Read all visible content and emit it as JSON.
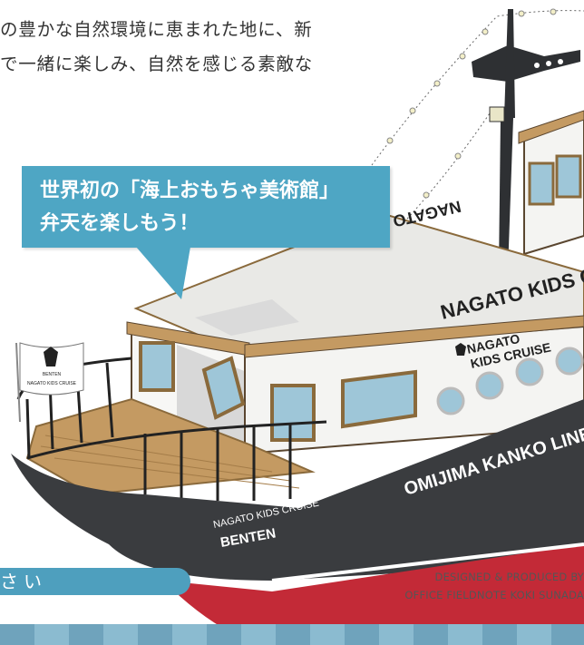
{
  "intro": {
    "line1": "の豊かな自然環境に恵まれた地に、新",
    "line2": "で一緒に楽しみ、自然を感じる素敵な"
  },
  "bubble": {
    "line1": "世界初の「海上おもちゃ美術館」",
    "line2": "弁天を楽しもう！"
  },
  "ship": {
    "rear_sign": "NAGATO",
    "upper_sign": "NAGATO KIDS CRUISE",
    "side_logo_line1": "NAGATO",
    "side_logo_line2": "KIDS CRUISE",
    "hull_line": "OMIJIMA KANKO LINE",
    "bow_name_small": "NAGATO KIDS CRUISE",
    "bow_name_large": "BENTEN",
    "flag_text": "NAGATO KIDS CRUISE",
    "flag_emblem_text": "BENTEN",
    "colors": {
      "hull": "#3a3c3f",
      "hull_red": "#c32a37",
      "deck": "#c49a62",
      "trim": "#8a6a3c",
      "cabin": "#f4f4f2",
      "window": "#9ec6d8"
    }
  },
  "footer": {
    "band_text": "さい",
    "credit_line1": "DESIGNED & PRODUCED BY",
    "credit_line2": "OFFICE FIELDNOTE KOKI SUNADA"
  }
}
